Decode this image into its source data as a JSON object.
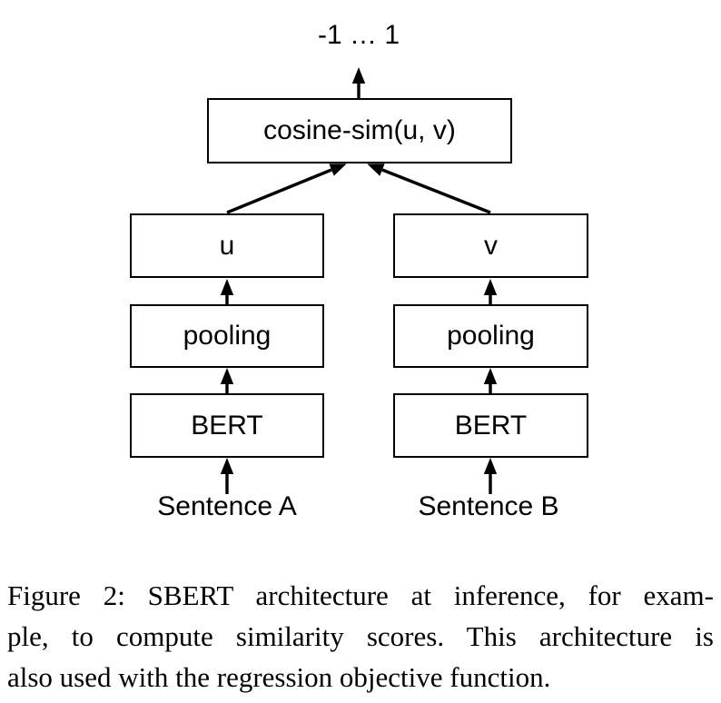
{
  "figure": {
    "output_label": "-1 … 1",
    "cosine_box_label": "cosine-sim(u, v)",
    "left_branch": {
      "vector_label": "u",
      "pooling_label": "pooling",
      "encoder_label": "BERT",
      "input_label": "Sentence A"
    },
    "right_branch": {
      "vector_label": "v",
      "pooling_label": "pooling",
      "encoder_label": "BERT",
      "input_label": "Sentence B"
    },
    "colors": {
      "box_border": "#000000",
      "arrow": "#000000",
      "text": "#000000",
      "background": "#ffffff"
    }
  },
  "caption": {
    "lines": [
      "Figure 2: SBERT architecture at inference, for exam-",
      "ple, to compute similarity scores. This architecture is",
      "also used with the regression objective function."
    ]
  }
}
